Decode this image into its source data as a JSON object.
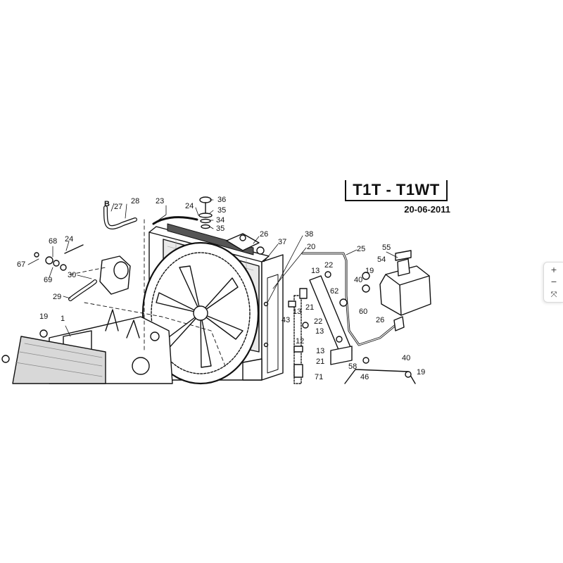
{
  "diagram": {
    "title": "T1T - T1WT",
    "date": "20-06-2011",
    "labels": [
      "B",
      "27",
      "28",
      "23",
      "24",
      "36",
      "35",
      "34",
      "35",
      "26",
      "37",
      "38",
      "20",
      "25",
      "55",
      "54",
      "68",
      "24",
      "67",
      "69",
      "30",
      "29",
      "19",
      "1",
      "22",
      "13",
      "19",
      "40",
      "62",
      "13",
      "21",
      "60",
      "43",
      "22",
      "13",
      "12",
      "13",
      "21",
      "71",
      "26",
      "58",
      "40",
      "46",
      "19"
    ]
  },
  "zoom_controls": {
    "zoom_in": "+",
    "zoom_out": "−",
    "reset": "⤧"
  }
}
